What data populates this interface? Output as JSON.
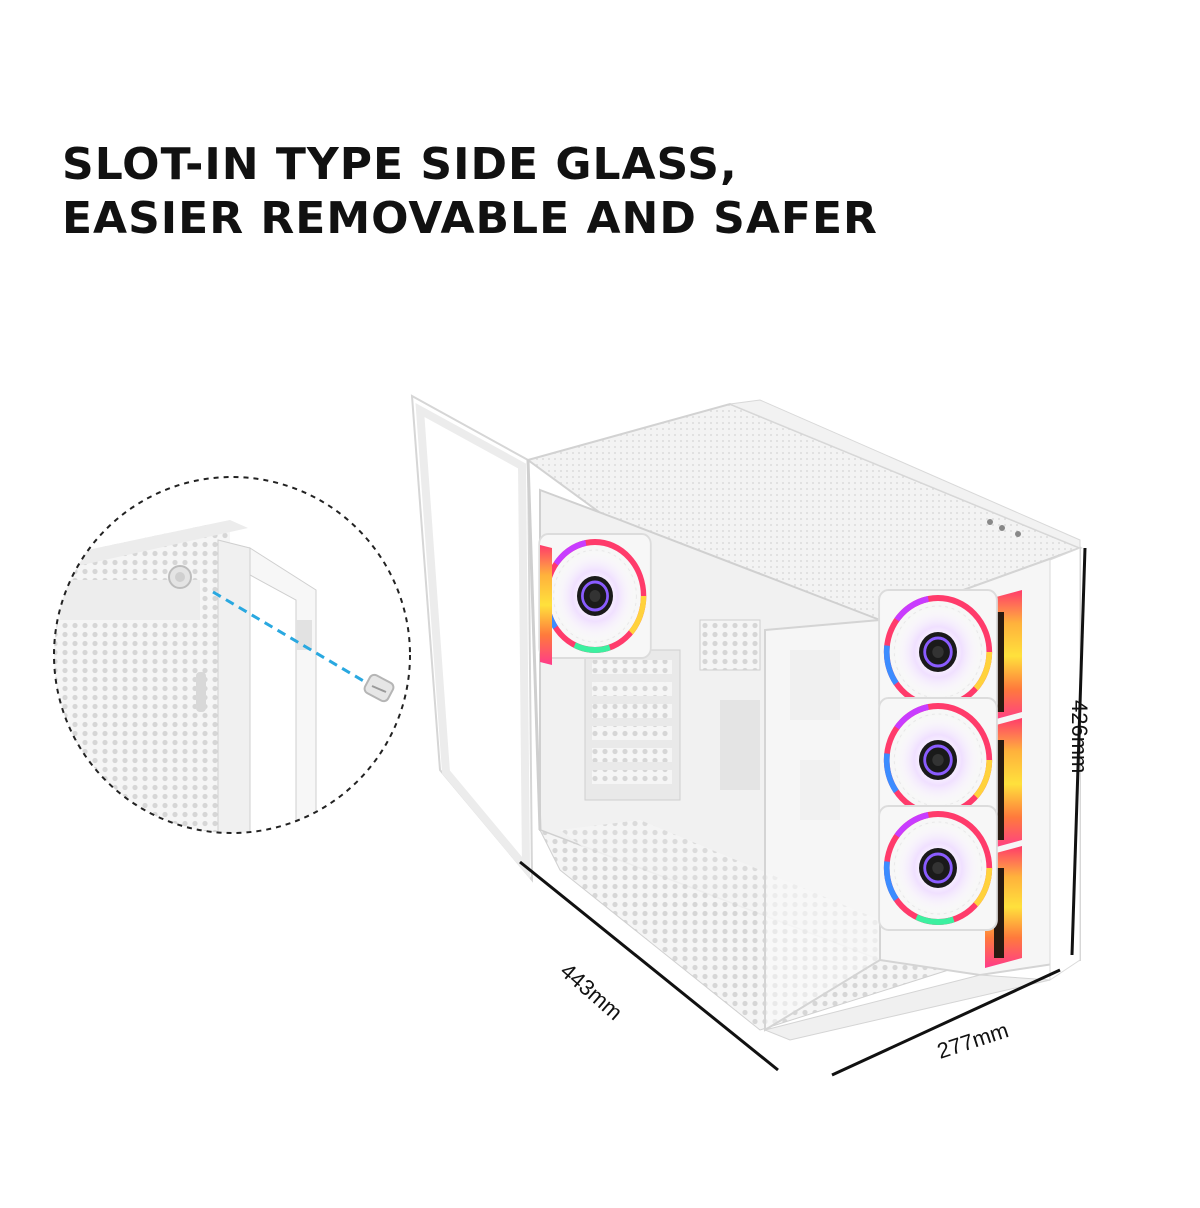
{
  "headline": {
    "line1": "SLOT-IN TYPE SIDE GLASS,",
    "line2": "EASIER REMOVABLE AND SAFER"
  },
  "dimensions": {
    "depth": "443mm",
    "width": "277mm",
    "height": "426mm"
  },
  "colors": {
    "case_body": "#f4f4f4",
    "case_edge": "#d8d8d8",
    "dimension_line": "#111111",
    "screw_guide": "#29a8e0",
    "rgb_ring": [
      "#ff3b6b",
      "#ffd23c",
      "#3cf0a0",
      "#3c8cff",
      "#c83cff"
    ]
  }
}
